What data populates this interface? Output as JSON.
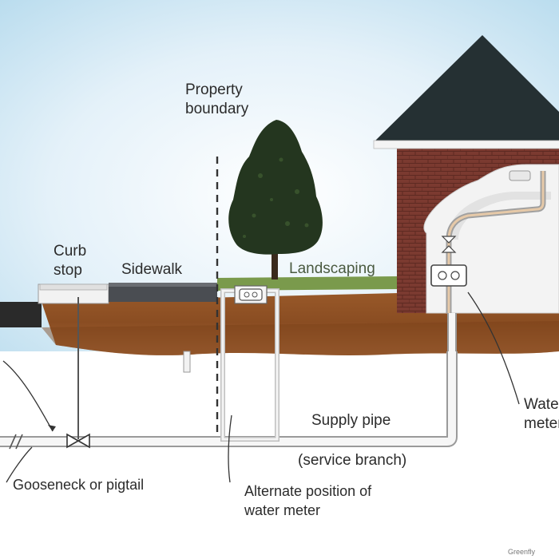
{
  "labels": {
    "property_boundary_1": "Property",
    "property_boundary_2": "boundary",
    "curb_stop_1": "Curb",
    "curb_stop_2": "stop",
    "sidewalk": "Sidewalk",
    "landscaping": "Landscaping",
    "supply_pipe": "Supply pipe",
    "service_branch": "(service branch)",
    "gooseneck": "Gooseneck or pigtail",
    "alternate_position_1": "Alternate position of",
    "alternate_position_2": "water meter",
    "water_meter_1": "Water",
    "water_meter_2": "meter",
    "credit": "Greenfly"
  },
  "colors": {
    "sky": "#d7ebf6",
    "soil": "#8a4d22",
    "brick": "#7b3a30",
    "roof": "#253033",
    "pipe": "#d9d9d9",
    "tree": "#24361f",
    "grass": "#7a9a4c"
  },
  "icons": {
    "tree": "tree-icon",
    "house": "house-icon",
    "meter": "water-meter-icon",
    "valve": "valve-icon"
  }
}
